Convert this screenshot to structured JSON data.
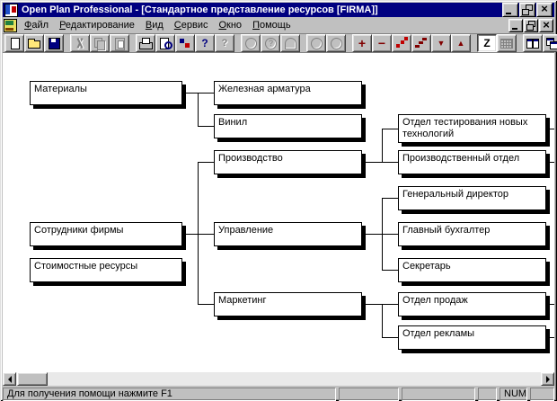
{
  "window": {
    "title": "Open Plan Professional - [Стандартное представление ресурсов [FIRMA]]",
    "icons": {
      "app_icon": "open-plan-logo",
      "minimize": "underscore-bar",
      "restore": "overlapping-windows",
      "close": "×"
    }
  },
  "menu": {
    "items": [
      "Файл",
      "Редактирование",
      "Вид",
      "Сервис",
      "Окно",
      "Помощь"
    ]
  },
  "toolbar": {
    "groups": [
      [
        {
          "name": "new",
          "icon": "new-document-icon"
        },
        {
          "name": "open",
          "icon": "open-folder-icon"
        },
        {
          "name": "save",
          "icon": "save-floppy-icon"
        }
      ],
      [
        {
          "name": "cut",
          "icon": "cut-scissors-icon",
          "disabled": true
        },
        {
          "name": "copy",
          "icon": "copy-icon",
          "disabled": true
        },
        {
          "name": "paste",
          "icon": "paste-clipboard-icon",
          "disabled": true
        }
      ],
      [
        {
          "name": "print",
          "icon": "printer-icon"
        },
        {
          "name": "print-preview",
          "icon": "print-preview-icon"
        },
        {
          "name": "exchange",
          "icon": "data-exchange-icon"
        },
        {
          "name": "help",
          "icon": "help-question-icon",
          "glyph": "?"
        },
        {
          "name": "context-help",
          "icon": "context-help-icon",
          "glyph": "?",
          "disabled": true
        }
      ],
      [
        {
          "name": "res-circle",
          "icon": "resource-circle-icon",
          "disabled": true
        },
        {
          "name": "res-circle-q",
          "icon": "resource-circle-question-icon",
          "disabled": true
        },
        {
          "name": "res-arch",
          "icon": "resource-arch-icon",
          "disabled": true
        }
      ],
      [
        {
          "name": "res-circle2",
          "icon": "resource-circle-icon",
          "disabled": true
        },
        {
          "name": "res-circle3",
          "icon": "resource-circle-icon",
          "disabled": true
        }
      ],
      [
        {
          "name": "plus",
          "icon": "plus-icon",
          "glyph": "+"
        },
        {
          "name": "minus",
          "icon": "minus-icon",
          "glyph": "−"
        },
        {
          "name": "link",
          "icon": "link-nodes-icon"
        },
        {
          "name": "levels",
          "icon": "outline-levels-icon"
        },
        {
          "name": "move-down",
          "icon": "arrow-down-icon",
          "glyph": "▼"
        },
        {
          "name": "move-up",
          "icon": "arrow-up-icon",
          "glyph": "▲"
        }
      ],
      [
        {
          "name": "zorder",
          "icon": "z-order-icon",
          "glyph": "Z",
          "pressed": true
        },
        {
          "name": "grid",
          "icon": "table-grid-icon",
          "disabled": true
        }
      ],
      [
        {
          "name": "tile",
          "icon": "tile-windows-icon"
        },
        {
          "name": "new-window",
          "icon": "cascade-windows-icon"
        }
      ]
    ]
  },
  "tree": {
    "boxes": [
      {
        "label": "Материалы"
      },
      {
        "label": "Железная арматура"
      },
      {
        "label": "Винил"
      },
      {
        "label": "Производство"
      },
      {
        "label": "Сотрудники фирмы"
      },
      {
        "label": "Управление"
      },
      {
        "label": "Стоимостные ресурсы"
      },
      {
        "label": "Маркетинг"
      },
      {
        "label": "Отдел тестирования новых технологий"
      },
      {
        "label": "Производственный отдел"
      },
      {
        "label": "Генеральный директор"
      },
      {
        "label": "Главный бухгалтер"
      },
      {
        "label": "Секретарь"
      },
      {
        "label": "Отдел продаж"
      },
      {
        "label": "Отдел рекламы"
      }
    ]
  },
  "statusbar": {
    "message": "Для получения помощи нажмите F1",
    "num_indicator": "NUM"
  },
  "colors": {
    "titlebar": "#000080",
    "chrome": "#c0c0c0",
    "canvas": "#ffffff",
    "box_shadow": "#000000",
    "toolbar_accent": "#800000"
  }
}
